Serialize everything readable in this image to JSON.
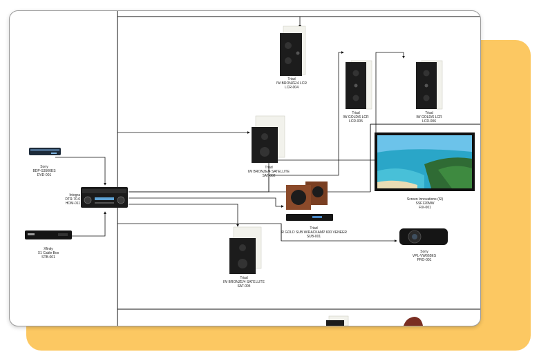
{
  "colors": {
    "accent": "#fcc862",
    "line": "#111111",
    "device": "#1b1b1b",
    "wood": "#8b4a2a",
    "sea": "#2aa6c8",
    "sky": "#6cc3ea",
    "sand": "#eadcb4",
    "green": "#2f6b34"
  },
  "devices": {
    "bluray": {
      "brand": "Sony",
      "model": "BDP-S3500ES",
      "tag": "DVD-001",
      "icon": "bluray-player-icon"
    },
    "cable": {
      "brand": "Xfinity",
      "model": "X1 Cable Box",
      "tag": "STB-001",
      "icon": "cable-box-icon"
    },
    "receiver": {
      "brand": "Integra",
      "model": "DTR-70.6",
      "tag": "HOM-011",
      "icon": "av-receiver-icon"
    },
    "lcr_top": {
      "brand": "Triad",
      "model": "IW BRONZE/4 LCR",
      "tag": "LCR-004",
      "icon": "in-wall-speaker-icon"
    },
    "lcr_mid": {
      "brand": "Triad",
      "model": "IW GOLD/6 LCR",
      "tag": "LCR-005",
      "icon": "in-wall-speaker-icon"
    },
    "lcr_right": {
      "brand": "Triad",
      "model": "IW GOLD/6 LCR",
      "tag": "LCR-006",
      "icon": "in-wall-speaker-icon"
    },
    "sat_top": {
      "brand": "Triad",
      "model": "IW BRONZE/4 SATELLITE",
      "tag": "SAT-002",
      "icon": "satellite-speaker-icon"
    },
    "sat_bottom": {
      "brand": "Triad",
      "model": "IW BRONZE/4 SATELLITE",
      "tag": "SAT-004",
      "icon": "satellite-speaker-icon"
    },
    "sub": {
      "brand": "Triad",
      "model": "IR GOLD SUB W/RACKAMP 600 VENEER",
      "tag": "SUB-001",
      "icon": "subwoofer-icon"
    },
    "screen": {
      "brand": "Screen Innovations (SI)",
      "model": "SSF120MW",
      "tag": "FIX-001",
      "icon": "projection-screen-icon"
    },
    "projector": {
      "brand": "Sony",
      "model": "VPL-VW665ES",
      "tag": "PRO-001",
      "icon": "projector-icon"
    }
  }
}
